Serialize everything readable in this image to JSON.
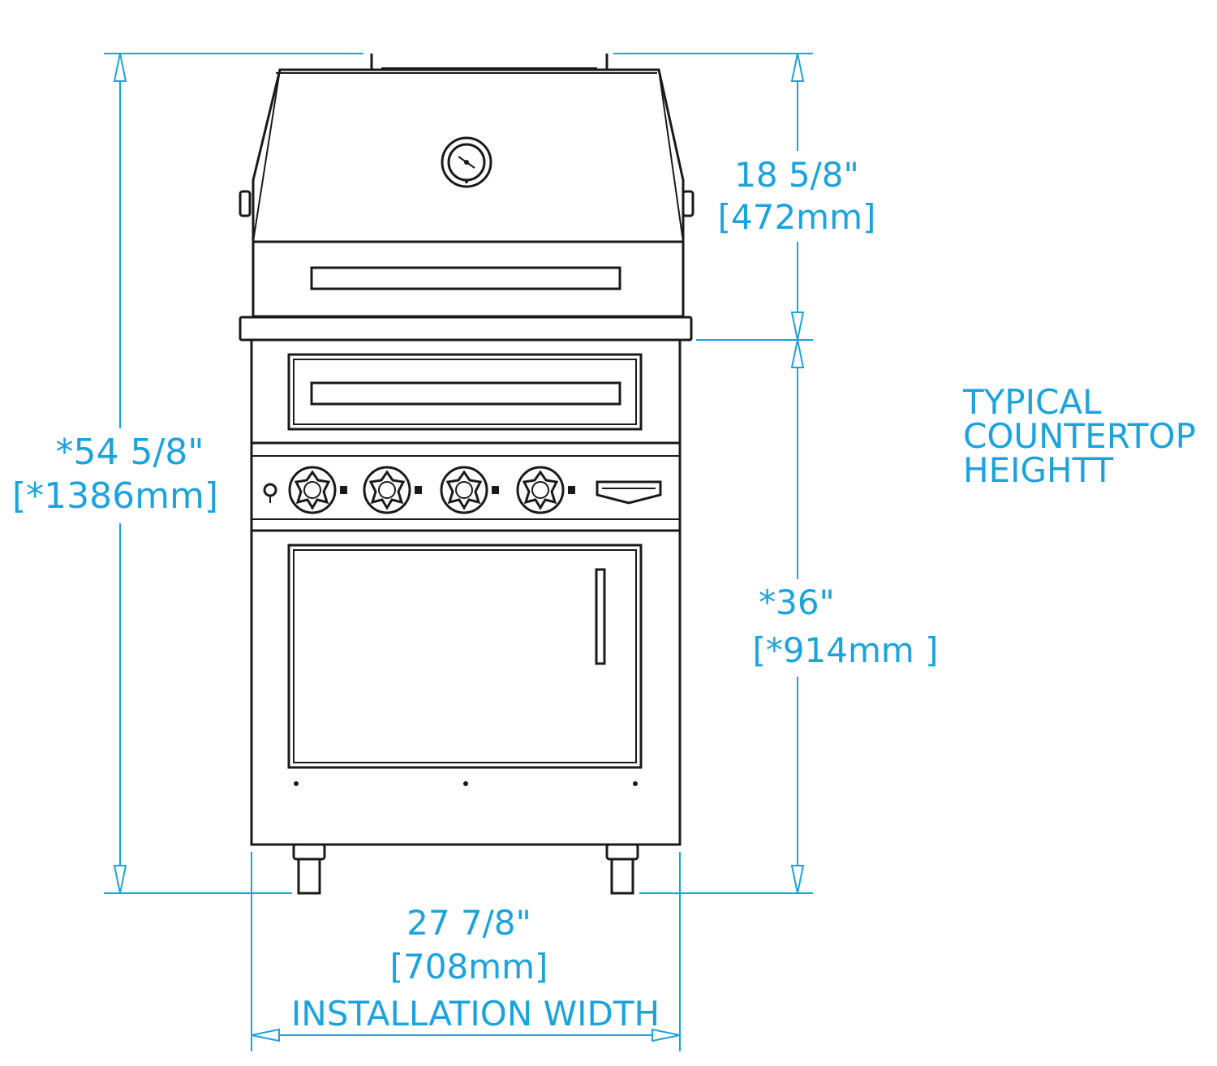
{
  "dimensions": {
    "overall_height": {
      "value": "*54 5/8\"",
      "metric": "[*1386mm]"
    },
    "hood_height": {
      "value": "18 5/8\"",
      "metric": "[472mm]"
    },
    "counter_height": {
      "value": "*36\"",
      "metric": "[*914mm ]"
    },
    "width": {
      "value": "27 7/8\"",
      "metric": "[708mm]",
      "caption": "INSTALLATION WIDTH"
    }
  },
  "note": {
    "lines": [
      "TYPICAL",
      "COUNTERTOP",
      "HEIGHTT"
    ]
  },
  "colors": {
    "dimension": "#1aa3dd",
    "outline": "#1a1a1a"
  },
  "icons": {
    "knob": "knob-icon",
    "thermometer": "thermometer-icon",
    "logo_badge": "logo-badge"
  }
}
